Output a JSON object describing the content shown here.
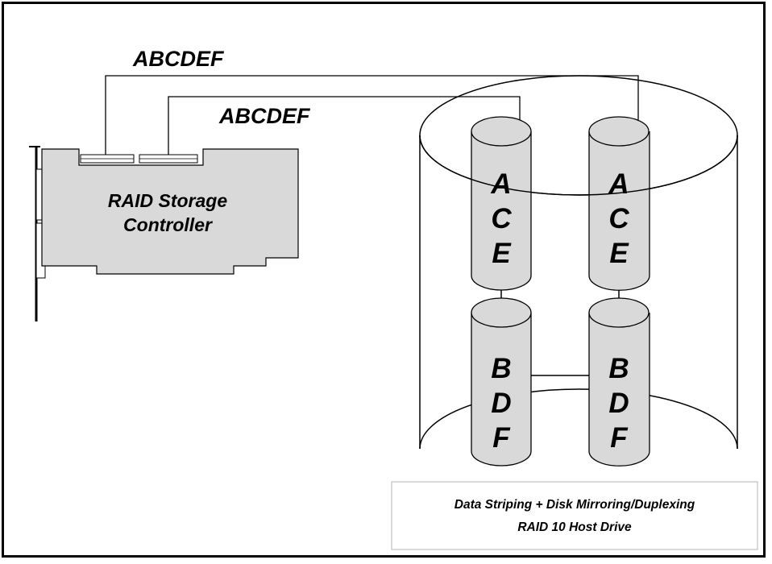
{
  "cable_labels": {
    "outer": "ABCDEF",
    "inner": "ABCDEF"
  },
  "controller": {
    "line1": "RAID Storage",
    "line2": "Controller"
  },
  "disks": {
    "top_left": [
      "A",
      "C",
      "E"
    ],
    "top_right": [
      "A",
      "C",
      "E"
    ],
    "bottom_left": [
      "B",
      "D",
      "F"
    ],
    "bottom_right": [
      "B",
      "D",
      "F"
    ]
  },
  "caption": {
    "line1": "Data Striping + Disk Mirroring/Duplexing",
    "line2": "RAID 10 Host Drive"
  },
  "colors": {
    "disk_fill": "#d9d9d9",
    "card_fill": "#d9d9d9",
    "line": "#000000"
  }
}
